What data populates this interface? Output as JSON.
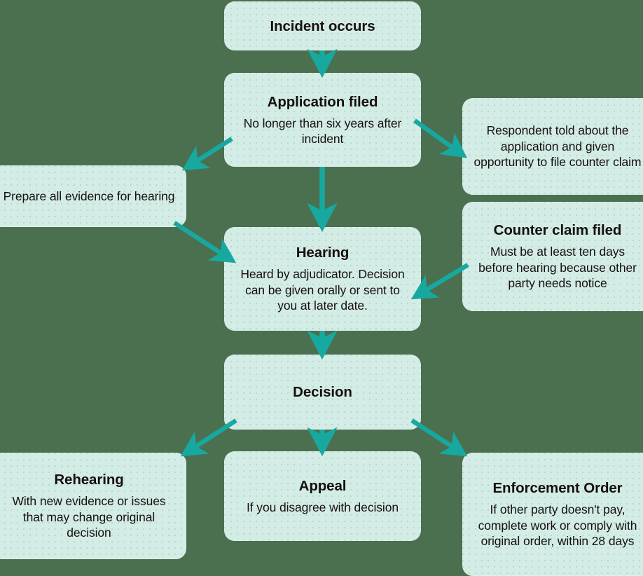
{
  "diagram": {
    "title": "Dispute resolution process flowchart",
    "background_color": "#4a7050",
    "node_fill_color": "#d4ece6",
    "arrow_color": "#17a9a0",
    "text_color": "#16100f"
  },
  "nodes": {
    "incident": {
      "title": "Incident occurs",
      "body": ""
    },
    "application": {
      "title": "Application filed",
      "body": "No longer than six years after incident"
    },
    "respondent": {
      "title": "",
      "body": "Respondent told about the application and given opportunity to file counter claim"
    },
    "prepare": {
      "title": "",
      "body": "Prepare all evidence for hearing"
    },
    "counter": {
      "title": "Counter claim filed",
      "body": "Must be at least ten days before hearing because other party needs notice"
    },
    "hearing": {
      "title": "Hearing",
      "body": "Heard by adjudicator. Decision can be given orally or sent to you at later date."
    },
    "decision": {
      "title": "Decision",
      "body": ""
    },
    "rehearing": {
      "title": "Rehearing",
      "body": "With new evidence or issues that may change original decision"
    },
    "appeal": {
      "title": "Appeal",
      "body": "If you disagree with decision"
    },
    "enforcement": {
      "title": "Enforcement Order",
      "body": "If other party doesn't pay, complete work or comply with original order, within 28 days"
    }
  },
  "connectors": [
    {
      "name": "incident-to-application",
      "from": "incident",
      "to": "application",
      "direction": "down"
    },
    {
      "name": "application-to-prepare",
      "from": "application",
      "to": "prepare",
      "direction": "down-left"
    },
    {
      "name": "application-to-respondent",
      "from": "application",
      "to": "respondent",
      "direction": "down-right"
    },
    {
      "name": "application-to-hearing",
      "from": "application",
      "to": "hearing",
      "direction": "down"
    },
    {
      "name": "prepare-to-hearing",
      "from": "prepare",
      "to": "hearing",
      "direction": "down-right"
    },
    {
      "name": "counter-to-hearing",
      "from": "counter",
      "to": "hearing",
      "direction": "down-left"
    },
    {
      "name": "hearing-to-decision",
      "from": "hearing",
      "to": "decision",
      "direction": "down"
    },
    {
      "name": "decision-to-rehearing",
      "from": "decision",
      "to": "rehearing",
      "direction": "down-left"
    },
    {
      "name": "decision-to-appeal",
      "from": "decision",
      "to": "appeal",
      "direction": "down"
    },
    {
      "name": "decision-to-enforcement",
      "from": "decision",
      "to": "enforcement",
      "direction": "down-right"
    }
  ]
}
